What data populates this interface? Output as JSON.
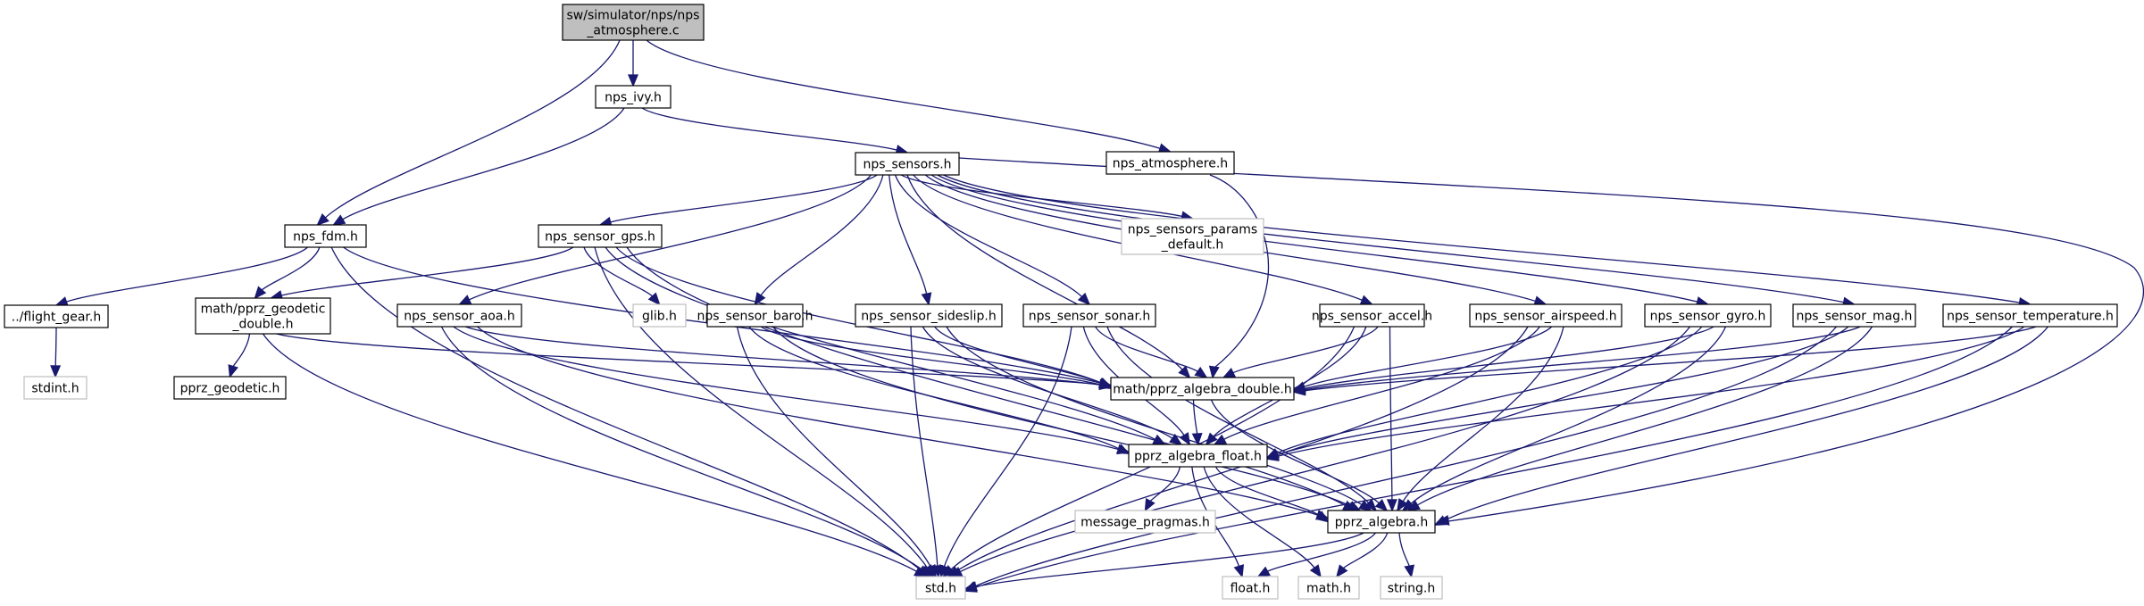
{
  "diagram": {
    "type": "include-dependency-graph",
    "edge_color": "#191970",
    "node_border_color": "#000000",
    "external_node_border_color": "#bfbfbf",
    "root_fill_color": "#bfbfbf",
    "node_fill_color": "#ffffff",
    "nodes": [
      {
        "id": "root",
        "lines": [
          "sw/simulator/nps/nps",
          "_atmosphere.c"
        ],
        "kind": "root"
      },
      {
        "id": "nps_ivy",
        "lines": [
          "nps_ivy.h"
        ],
        "kind": "local"
      },
      {
        "id": "nps_sensors",
        "lines": [
          "nps_sensors.h"
        ],
        "kind": "local"
      },
      {
        "id": "nps_atmosphere_h",
        "lines": [
          "nps_atmosphere.h"
        ],
        "kind": "local"
      },
      {
        "id": "nps_fdm",
        "lines": [
          "nps_fdm.h"
        ],
        "kind": "local"
      },
      {
        "id": "nps_sensor_gps",
        "lines": [
          "nps_sensor_gps.h"
        ],
        "kind": "local"
      },
      {
        "id": "nps_sensors_params_default",
        "lines": [
          "nps_sensors_params",
          "_default.h"
        ],
        "kind": "external"
      },
      {
        "id": "flight_gear",
        "lines": [
          "../flight_gear.h"
        ],
        "kind": "local"
      },
      {
        "id": "pprz_geodetic_double",
        "lines": [
          "math/pprz_geodetic",
          "_double.h"
        ],
        "kind": "local"
      },
      {
        "id": "glib",
        "lines": [
          "glib.h"
        ],
        "kind": "external"
      },
      {
        "id": "nps_sensor_aoa",
        "lines": [
          "nps_sensor_aoa.h"
        ],
        "kind": "local"
      },
      {
        "id": "nps_sensor_baro",
        "lines": [
          "nps_sensor_baro.h"
        ],
        "kind": "local"
      },
      {
        "id": "nps_sensor_sideslip",
        "lines": [
          "nps_sensor_sideslip.h"
        ],
        "kind": "local"
      },
      {
        "id": "nps_sensor_sonar",
        "lines": [
          "nps_sensor_sonar.h"
        ],
        "kind": "local"
      },
      {
        "id": "nps_sensor_accel",
        "lines": [
          "nps_sensor_accel.h"
        ],
        "kind": "local"
      },
      {
        "id": "nps_sensor_airspeed",
        "lines": [
          "nps_sensor_airspeed.h"
        ],
        "kind": "local"
      },
      {
        "id": "nps_sensor_gyro",
        "lines": [
          "nps_sensor_gyro.h"
        ],
        "kind": "local"
      },
      {
        "id": "nps_sensor_mag",
        "lines": [
          "nps_sensor_mag.h"
        ],
        "kind": "local"
      },
      {
        "id": "nps_sensor_temperature",
        "lines": [
          "nps_sensor_temperature.h"
        ],
        "kind": "local"
      },
      {
        "id": "stdint",
        "lines": [
          "stdint.h"
        ],
        "kind": "external"
      },
      {
        "id": "pprz_geodetic",
        "lines": [
          "pprz_geodetic.h"
        ],
        "kind": "local"
      },
      {
        "id": "pprz_algebra_double",
        "lines": [
          "math/pprz_algebra_double.h"
        ],
        "kind": "local"
      },
      {
        "id": "pprz_algebra_float",
        "lines": [
          "pprz_algebra_float.h"
        ],
        "kind": "local"
      },
      {
        "id": "message_pragmas",
        "lines": [
          "message_pragmas.h"
        ],
        "kind": "external"
      },
      {
        "id": "pprz_algebra",
        "lines": [
          "pprz_algebra.h"
        ],
        "kind": "local"
      },
      {
        "id": "std",
        "lines": [
          "std.h"
        ],
        "kind": "external"
      },
      {
        "id": "float",
        "lines": [
          "float.h"
        ],
        "kind": "external"
      },
      {
        "id": "math",
        "lines": [
          "math.h"
        ],
        "kind": "external"
      },
      {
        "id": "string",
        "lines": [
          "string.h"
        ],
        "kind": "external"
      }
    ],
    "edges": [
      [
        "root",
        "nps_ivy"
      ],
      [
        "root",
        "nps_fdm"
      ],
      [
        "root",
        "nps_atmosphere_h"
      ],
      [
        "nps_ivy",
        "nps_fdm"
      ],
      [
        "nps_ivy",
        "nps_sensors"
      ],
      [
        "nps_atmosphere_h",
        "pprz_algebra_double"
      ],
      [
        "nps_sensors",
        "nps_sensor_gps"
      ],
      [
        "nps_sensors",
        "nps_sensors_params_default"
      ],
      [
        "nps_sensors",
        "nps_sensor_aoa"
      ],
      [
        "nps_sensors",
        "nps_sensor_baro"
      ],
      [
        "nps_sensors",
        "nps_sensor_sideslip"
      ],
      [
        "nps_sensors",
        "nps_sensor_sonar"
      ],
      [
        "nps_sensors",
        "nps_sensor_accel"
      ],
      [
        "nps_sensors",
        "nps_sensor_airspeed"
      ],
      [
        "nps_sensors",
        "nps_sensor_gyro"
      ],
      [
        "nps_sensors",
        "nps_sensor_mag"
      ],
      [
        "nps_sensors",
        "nps_sensor_temperature"
      ],
      [
        "nps_sensors",
        "pprz_algebra_double"
      ],
      [
        "nps_sensors",
        "pprz_algebra"
      ],
      [
        "nps_fdm",
        "flight_gear"
      ],
      [
        "nps_fdm",
        "pprz_geodetic_double"
      ],
      [
        "nps_fdm",
        "pprz_algebra_double"
      ],
      [
        "nps_fdm",
        "std"
      ],
      [
        "flight_gear",
        "stdint"
      ],
      [
        "pprz_geodetic_double",
        "pprz_geodetic"
      ],
      [
        "pprz_geodetic_double",
        "pprz_algebra_double"
      ],
      [
        "pprz_geodetic_double",
        "std"
      ],
      [
        "nps_sensor_gps",
        "pprz_geodetic_double"
      ],
      [
        "nps_sensor_gps",
        "glib"
      ],
      [
        "nps_sensor_gps",
        "std"
      ],
      [
        "nps_sensor_gps",
        "pprz_algebra_double"
      ],
      [
        "nps_sensor_gps",
        "pprz_algebra_float"
      ],
      [
        "nps_sensor_gps",
        "pprz_algebra"
      ],
      [
        "nps_sensor_aoa",
        "pprz_algebra_double"
      ],
      [
        "nps_sensor_aoa",
        "pprz_algebra_float"
      ],
      [
        "nps_sensor_aoa",
        "pprz_algebra"
      ],
      [
        "nps_sensor_aoa",
        "std"
      ],
      [
        "nps_sensor_baro",
        "pprz_algebra_double"
      ],
      [
        "nps_sensor_baro",
        "pprz_algebra_float"
      ],
      [
        "nps_sensor_baro",
        "pprz_algebra"
      ],
      [
        "nps_sensor_baro",
        "std"
      ],
      [
        "nps_sensor_sideslip",
        "pprz_algebra_double"
      ],
      [
        "nps_sensor_sideslip",
        "pprz_algebra_float"
      ],
      [
        "nps_sensor_sideslip",
        "pprz_algebra"
      ],
      [
        "nps_sensor_sideslip",
        "std"
      ],
      [
        "nps_sensor_sonar",
        "pprz_algebra_double"
      ],
      [
        "nps_sensor_sonar",
        "pprz_algebra_float"
      ],
      [
        "nps_sensor_sonar",
        "pprz_algebra"
      ],
      [
        "nps_sensor_sonar",
        "std"
      ],
      [
        "nps_sensor_accel",
        "pprz_algebra_double"
      ],
      [
        "nps_sensor_accel",
        "pprz_algebra_float"
      ],
      [
        "nps_sensor_accel",
        "pprz_algebra"
      ],
      [
        "nps_sensor_accel",
        "std"
      ],
      [
        "nps_sensor_airspeed",
        "pprz_algebra_double"
      ],
      [
        "nps_sensor_airspeed",
        "pprz_algebra_float"
      ],
      [
        "nps_sensor_airspeed",
        "pprz_algebra"
      ],
      [
        "nps_sensor_airspeed",
        "std"
      ],
      [
        "nps_sensor_gyro",
        "pprz_algebra_double"
      ],
      [
        "nps_sensor_gyro",
        "pprz_algebra_float"
      ],
      [
        "nps_sensor_gyro",
        "pprz_algebra"
      ],
      [
        "nps_sensor_gyro",
        "std"
      ],
      [
        "nps_sensor_mag",
        "pprz_algebra_double"
      ],
      [
        "nps_sensor_mag",
        "pprz_algebra_float"
      ],
      [
        "nps_sensor_mag",
        "pprz_algebra"
      ],
      [
        "nps_sensor_mag",
        "std"
      ],
      [
        "nps_sensor_temperature",
        "pprz_algebra_double"
      ],
      [
        "nps_sensor_temperature",
        "pprz_algebra_float"
      ],
      [
        "nps_sensor_temperature",
        "pprz_algebra"
      ],
      [
        "nps_sensor_temperature",
        "std"
      ],
      [
        "pprz_algebra_double",
        "pprz_algebra_float"
      ],
      [
        "pprz_algebra_double",
        "pprz_algebra"
      ],
      [
        "pprz_algebra_float",
        "message_pragmas"
      ],
      [
        "pprz_algebra_float",
        "pprz_algebra"
      ],
      [
        "pprz_algebra_float",
        "float"
      ],
      [
        "pprz_algebra_float",
        "math"
      ],
      [
        "pprz_algebra",
        "std"
      ],
      [
        "pprz_algebra",
        "float"
      ],
      [
        "pprz_algebra",
        "math"
      ],
      [
        "pprz_algebra",
        "string"
      ]
    ]
  }
}
